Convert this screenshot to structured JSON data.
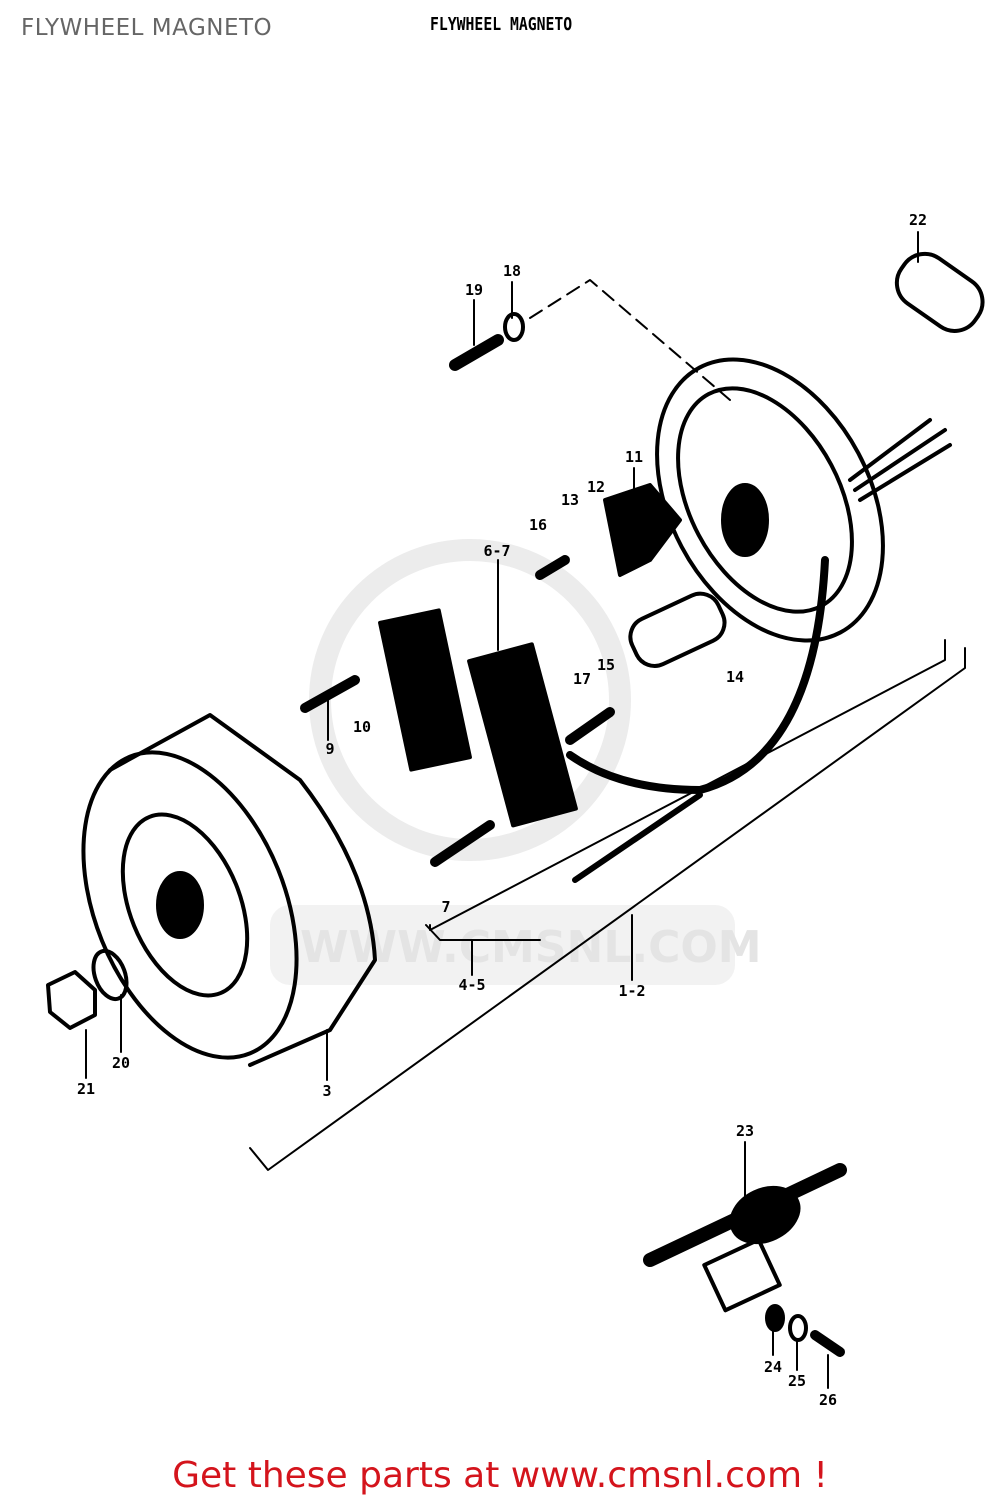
{
  "header": {
    "title": "FLYWHEEL MAGNETO"
  },
  "diagram": {
    "title": "FLYWHEEL MAGNETO",
    "watermark": "WWW.CMSNL.COM",
    "part_labels": [
      "22",
      "19",
      "18",
      "11",
      "12",
      "13",
      "16",
      "6-7",
      "17",
      "15",
      "14",
      "9",
      "10",
      "7",
      "4-5",
      "1-2",
      "3",
      "20",
      "21",
      "23",
      "24",
      "25",
      "26"
    ]
  },
  "footer": {
    "link_text": "Get these parts at www.cmsnl.com !",
    "link_color": "#d4141c"
  }
}
